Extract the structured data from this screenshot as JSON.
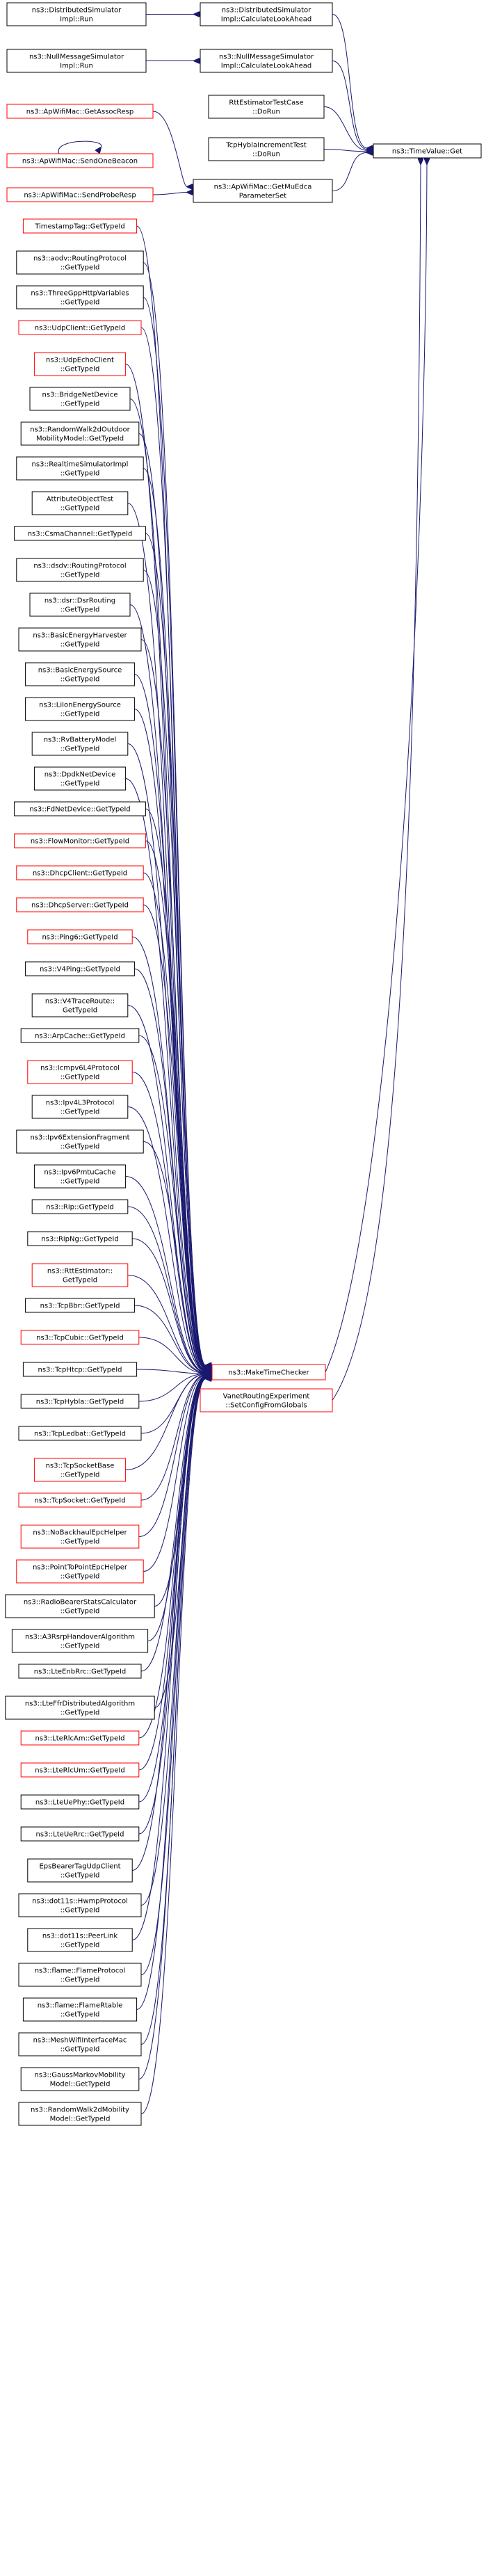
{
  "colors": {
    "edge": "#191970",
    "node_border_black": "#000000",
    "node_border_red": "#ff0000",
    "target_fill": "#bfbfbf",
    "text": "#000000"
  },
  "target": {
    "lines": [
      "ns3::TimeValue::Get"
    ],
    "border": "black"
  },
  "hub": {
    "lines": [
      "ns3::MakeTimeChecker"
    ],
    "border": "red"
  },
  "level1": [
    {
      "lines": [
        "ns3::DistributedSimulator",
        "Impl::CalculateLookAhead"
      ],
      "border": "black"
    },
    {
      "lines": [
        "ns3::NullMessageSimulator",
        "Impl::CalculateLookAhead"
      ],
      "border": "black"
    },
    {
      "lines": [
        "RttEstimatorTestCase",
        "::DoRun"
      ],
      "border": "black"
    },
    {
      "lines": [
        "TcpHyblaIncrementTest",
        "::DoRun"
      ],
      "border": "black"
    },
    {
      "lines": [
        "ns3::ApWifiMac::GetMuEdca",
        "ParameterSet"
      ],
      "border": "black"
    },
    {
      "lines": [
        "VanetRoutingExperiment",
        "::SetConfigFromGlobals"
      ],
      "border": "red"
    }
  ],
  "level2_top": [
    {
      "lines": [
        "ns3::DistributedSimulator",
        "Impl::Run"
      ],
      "border": "black"
    },
    {
      "lines": [
        "ns3::NullMessageSimulator",
        "Impl::Run"
      ],
      "border": "black"
    },
    {
      "lines": [
        "ns3::ApWifiMac::GetAssocResp"
      ],
      "border": "red"
    },
    {
      "lines": [
        "ns3::ApWifiMac::SendOneBeacon"
      ],
      "border": "red"
    },
    {
      "lines": [
        "ns3::ApWifiMac::SendProbeResp"
      ],
      "border": "red"
    }
  ],
  "level2_list": [
    {
      "lines": [
        "TimestampTag::GetTypeId"
      ],
      "border": "red"
    },
    {
      "lines": [
        "ns3::aodv::RoutingProtocol",
        "::GetTypeId"
      ],
      "border": "black"
    },
    {
      "lines": [
        "ns3::ThreeGppHttpVariables",
        "::GetTypeId"
      ],
      "border": "black"
    },
    {
      "lines": [
        "ns3::UdpClient::GetTypeId"
      ],
      "border": "red"
    },
    {
      "lines": [
        "ns3::UdpEchoClient",
        "::GetTypeId"
      ],
      "border": "red"
    },
    {
      "lines": [
        "ns3::BridgeNetDevice",
        "::GetTypeId"
      ],
      "border": "black"
    },
    {
      "lines": [
        "ns3::RandomWalk2dOutdoor",
        "MobilityModel::GetTypeId"
      ],
      "border": "black"
    },
    {
      "lines": [
        "ns3::RealtimeSimulatorImpl",
        "::GetTypeId"
      ],
      "border": "black"
    },
    {
      "lines": [
        "AttributeObjectTest",
        "::GetTypeId"
      ],
      "border": "black"
    },
    {
      "lines": [
        "ns3::CsmaChannel::GetTypeId"
      ],
      "border": "black"
    },
    {
      "lines": [
        "ns3::dsdv::RoutingProtocol",
        "::GetTypeId"
      ],
      "border": "black"
    },
    {
      "lines": [
        "ns3::dsr::DsrRouting",
        "::GetTypeId"
      ],
      "border": "black"
    },
    {
      "lines": [
        "ns3::BasicEnergyHarvester",
        "::GetTypeId"
      ],
      "border": "black"
    },
    {
      "lines": [
        "ns3::BasicEnergySource",
        "::GetTypeId"
      ],
      "border": "black"
    },
    {
      "lines": [
        "ns3::LiIonEnergySource",
        "::GetTypeId"
      ],
      "border": "black"
    },
    {
      "lines": [
        "ns3::RvBatteryModel",
        "::GetTypeId"
      ],
      "border": "black"
    },
    {
      "lines": [
        "ns3::DpdkNetDevice",
        "::GetTypeId"
      ],
      "border": "black"
    },
    {
      "lines": [
        "ns3::FdNetDevice::GetTypeId"
      ],
      "border": "black"
    },
    {
      "lines": [
        "ns3::FlowMonitor::GetTypeId"
      ],
      "border": "red"
    },
    {
      "lines": [
        "ns3::DhcpClient::GetTypeId"
      ],
      "border": "red"
    },
    {
      "lines": [
        "ns3::DhcpServer::GetTypeId"
      ],
      "border": "red"
    },
    {
      "lines": [
        "ns3::Ping6::GetTypeId"
      ],
      "border": "red"
    },
    {
      "lines": [
        "ns3::V4Ping::GetTypeId"
      ],
      "border": "black"
    },
    {
      "lines": [
        "ns3::V4TraceRoute::",
        "GetTypeId"
      ],
      "border": "black"
    },
    {
      "lines": [
        "ns3::ArpCache::GetTypeId"
      ],
      "border": "black"
    },
    {
      "lines": [
        "ns3::Icmpv6L4Protocol",
        "::GetTypeId"
      ],
      "border": "red"
    },
    {
      "lines": [
        "ns3::Ipv4L3Protocol",
        "::GetTypeId"
      ],
      "border": "black"
    },
    {
      "lines": [
        "ns3::Ipv6ExtensionFragment",
        "::GetTypeId"
      ],
      "border": "black"
    },
    {
      "lines": [
        "ns3::Ipv6PmtuCache",
        "::GetTypeId"
      ],
      "border": "black"
    },
    {
      "lines": [
        "ns3::Rip::GetTypeId"
      ],
      "border": "black"
    },
    {
      "lines": [
        "ns3::RipNg::GetTypeId"
      ],
      "border": "black"
    },
    {
      "lines": [
        "ns3::RttEstimator::",
        "GetTypeId"
      ],
      "border": "red"
    },
    {
      "lines": [
        "ns3::TcpBbr::GetTypeId"
      ],
      "border": "black"
    },
    {
      "lines": [
        "ns3::TcpCubic::GetTypeId"
      ],
      "border": "red"
    },
    {
      "lines": [
        "ns3::TcpHtcp::GetTypeId"
      ],
      "border": "black"
    },
    {
      "lines": [
        "ns3::TcpHybla::GetTypeId"
      ],
      "border": "black"
    },
    {
      "lines": [
        "ns3::TcpLedbat::GetTypeId"
      ],
      "border": "black"
    },
    {
      "lines": [
        "ns3::TcpSocketBase",
        "::GetTypeId"
      ],
      "border": "red"
    },
    {
      "lines": [
        "ns3::TcpSocket::GetTypeId"
      ],
      "border": "red"
    },
    {
      "lines": [
        "ns3::NoBackhaulEpcHelper",
        "::GetTypeId"
      ],
      "border": "red"
    },
    {
      "lines": [
        "ns3::PointToPointEpcHelper",
        "::GetTypeId"
      ],
      "border": "red"
    },
    {
      "lines": [
        "ns3::RadioBearerStatsCalculator",
        "::GetTypeId"
      ],
      "border": "black"
    },
    {
      "lines": [
        "ns3::A3RsrpHandoverAlgorithm",
        "::GetTypeId"
      ],
      "border": "black"
    },
    {
      "lines": [
        "ns3::LteEnbRrc::GetTypeId"
      ],
      "border": "black"
    },
    {
      "lines": [
        "ns3::LteFfrDistributedAlgorithm",
        "::GetTypeId"
      ],
      "border": "black"
    },
    {
      "lines": [
        "ns3::LteRlcAm::GetTypeId"
      ],
      "border": "red"
    },
    {
      "lines": [
        "ns3::LteRlcUm::GetTypeId"
      ],
      "border": "red"
    },
    {
      "lines": [
        "ns3::LteUePhy::GetTypeId"
      ],
      "border": "black"
    },
    {
      "lines": [
        "ns3::LteUeRrc::GetTypeId"
      ],
      "border": "black"
    },
    {
      "lines": [
        "EpsBearerTagUdpClient",
        "::GetTypeId"
      ],
      "border": "black"
    },
    {
      "lines": [
        "ns3::dot11s::HwmpProtocol",
        "::GetTypeId"
      ],
      "border": "black"
    },
    {
      "lines": [
        "ns3::dot11s::PeerLink",
        "::GetTypeId"
      ],
      "border": "black"
    },
    {
      "lines": [
        "ns3::flame::FlameProtocol",
        "::GetTypeId"
      ],
      "border": "black"
    },
    {
      "lines": [
        "ns3::flame::FlameRtable",
        "::GetTypeId"
      ],
      "border": "black"
    },
    {
      "lines": [
        "ns3::MeshWifiInterfaceMac",
        "::GetTypeId"
      ],
      "border": "black"
    },
    {
      "lines": [
        "ns3::GaussMarkovMobility",
        "Model::GetTypeId"
      ],
      "border": "black"
    },
    {
      "lines": [
        "ns3::RandomWalk2dMobility",
        "Model::GetTypeId"
      ],
      "border": "black"
    }
  ]
}
